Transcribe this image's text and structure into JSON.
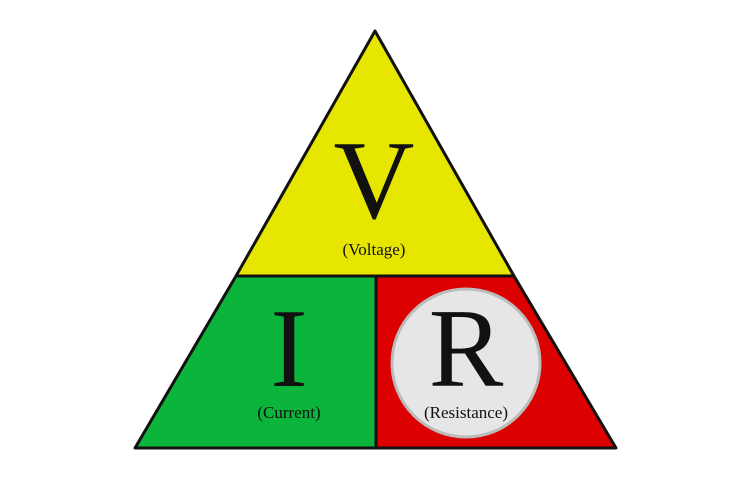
{
  "diagram": {
    "sections": [
      {
        "id": "voltage",
        "letter": "V",
        "caption": "(Voltage)",
        "fill": "#e6e600"
      },
      {
        "id": "current",
        "letter": "I",
        "caption": "(Current)",
        "fill": "#0bb43a"
      },
      {
        "id": "resistance",
        "letter": "R",
        "caption": "(Resistance)",
        "fill": "#dc0000",
        "highlight_fill": "#e6e6e6",
        "highlighted": true
      }
    ],
    "outline_color": "#111111",
    "highlight_ring_color": "#bcbcbc"
  }
}
